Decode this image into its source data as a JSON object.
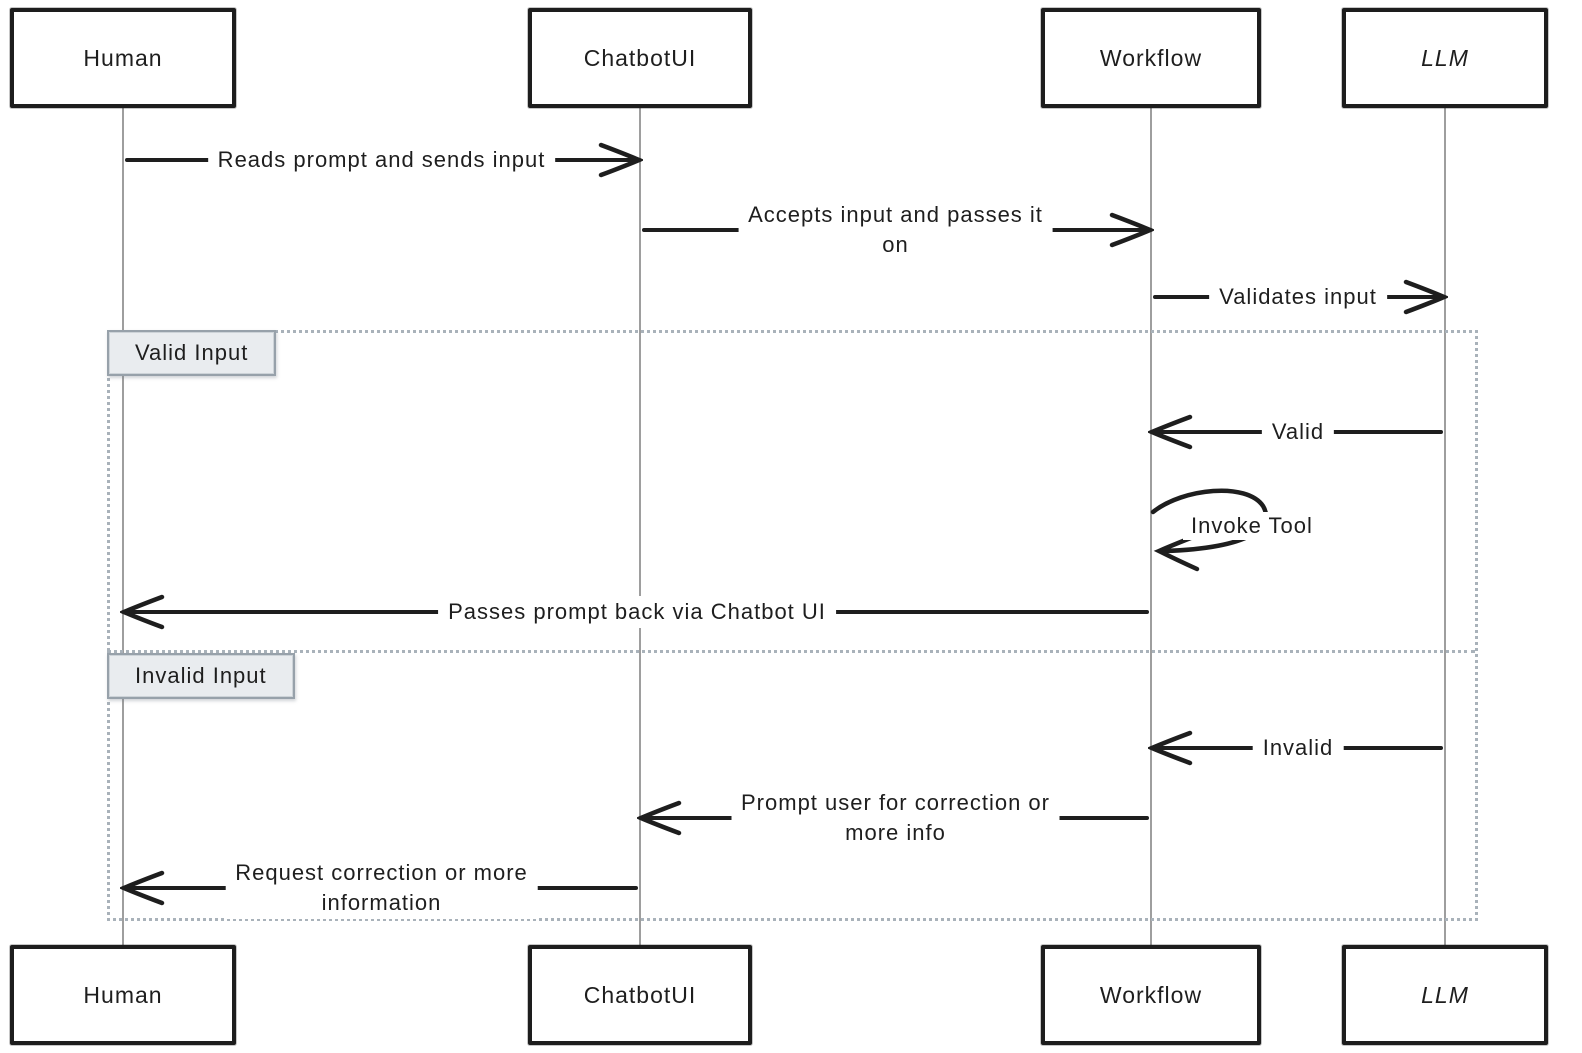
{
  "diagram_type": "sequence-diagram",
  "participants": [
    {
      "name": "Human"
    },
    {
      "name": "ChatbotUI"
    },
    {
      "name": "Workflow"
    },
    {
      "name": "LLM"
    }
  ],
  "frame": {
    "kind": "alt",
    "sections": [
      {
        "label": "Valid Input"
      },
      {
        "label": "Invalid Input"
      }
    ]
  },
  "messages": [
    {
      "from": "Human",
      "to": "ChatbotUI",
      "direction": "right",
      "lines": [
        "Reads prompt and sends input"
      ]
    },
    {
      "from": "ChatbotUI",
      "to": "Workflow",
      "direction": "right",
      "lines": [
        "Accepts input and passes it",
        "on"
      ]
    },
    {
      "from": "Workflow",
      "to": "LLM",
      "direction": "right",
      "lines": [
        "Validates input"
      ]
    },
    {
      "from": "LLM",
      "to": "Workflow",
      "direction": "left",
      "lines": [
        "Valid"
      ]
    },
    {
      "from": "Workflow",
      "to": "Workflow",
      "direction": "self",
      "lines": [
        "Invoke Tool"
      ]
    },
    {
      "from": "Workflow",
      "to": "Human",
      "direction": "left",
      "lines": [
        "Passes prompt back via Chatbot UI"
      ]
    },
    {
      "from": "LLM",
      "to": "Workflow",
      "direction": "left",
      "lines": [
        "Invalid"
      ]
    },
    {
      "from": "Workflow",
      "to": "ChatbotUI",
      "direction": "left",
      "lines": [
        "Prompt user for correction or",
        "more info"
      ]
    },
    {
      "from": "ChatbotUI",
      "to": "Human",
      "direction": "left",
      "lines": [
        "Request correction or more",
        "information"
      ]
    }
  ],
  "colors": {
    "stroke": "#1e1e1e",
    "lifeline": "#9e9e9e",
    "frame_border": "#a9b2ba",
    "section_label_fill": "#e9ecef",
    "section_label_border": "#97a1aa",
    "background": "#ffffff"
  }
}
